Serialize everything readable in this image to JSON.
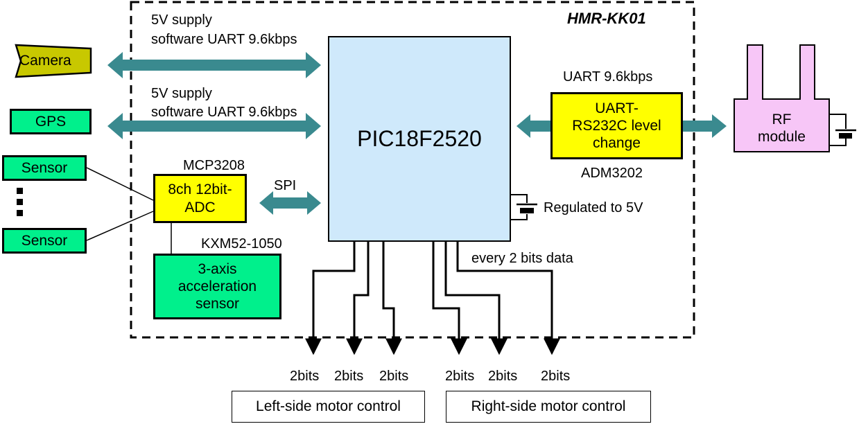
{
  "diagram": {
    "board_name": "HMR-KK01",
    "camera": {
      "label": "Camera",
      "link_line1": "5V supply",
      "link_line2": "software UART 9.6kbps"
    },
    "gps": {
      "label": "GPS",
      "link_line1": "5V supply",
      "link_line2": "software UART 9.6kbps"
    },
    "sensors": {
      "top_label": "Sensor",
      "bottom_label": "Sensor"
    },
    "adc": {
      "part_number": "MCP3208",
      "label": "8ch 12bit-\nADC",
      "link_label": "SPI"
    },
    "accelerometer": {
      "part_number": "KXM52-1050",
      "label": "3-axis\nacceleration\nsensor"
    },
    "mcu": {
      "label": "PIC18F2520"
    },
    "level_shifter": {
      "link_label": "UART 9.6kbps",
      "label": "UART-\nRS232C level\nchange",
      "part_number": "ADM3202"
    },
    "rf": {
      "label": "RF\nmodule"
    },
    "regulator": {
      "label": "Regulated to 5V"
    },
    "motor_outputs": {
      "note": "every 2 bits data",
      "bits": [
        "2bits",
        "2bits",
        "2bits",
        "2bits",
        "2bits",
        "2bits"
      ],
      "left_group": "Left-side motor control",
      "right_group": "Right-side motor control"
    },
    "colors": {
      "arrow": "#3a8a8f",
      "green_box": "#00f08c",
      "yellow_box": "#ffff00",
      "mcu_fill": "#cfe9fb",
      "rf_fill": "#f7c6f7",
      "camera_fill": "#c8c800"
    }
  }
}
